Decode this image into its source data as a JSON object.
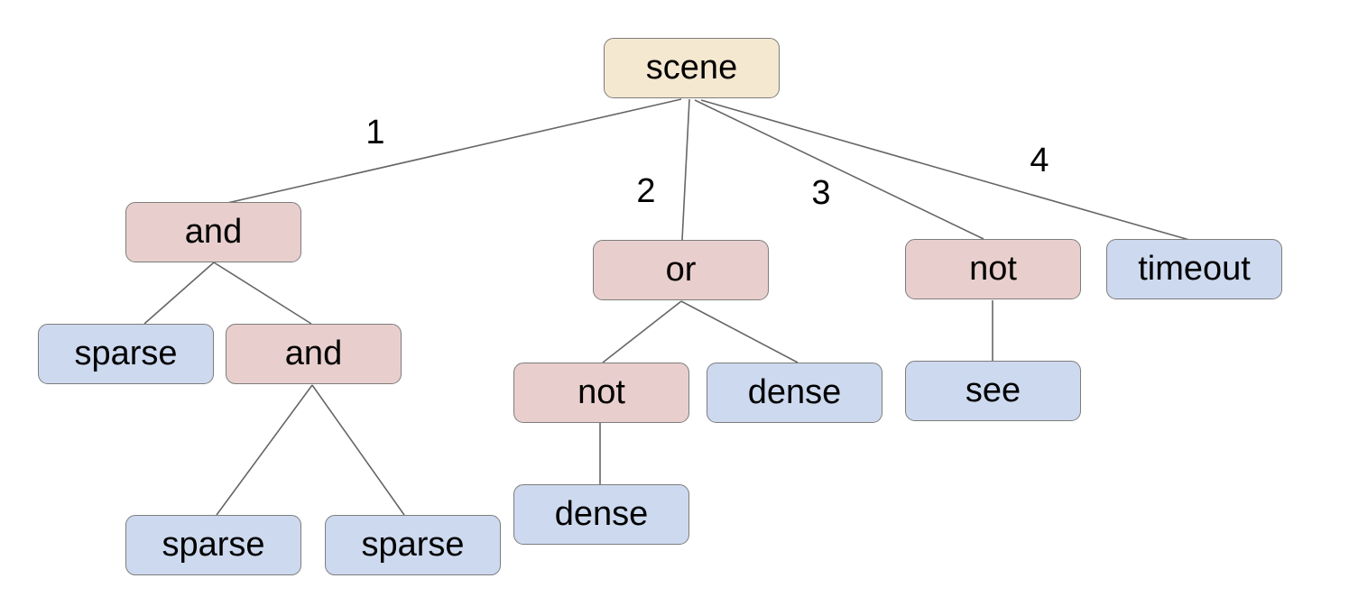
{
  "diagram": {
    "type": "tree",
    "description": "Expression/behavior tree rooted at 'scene' with four numbered branches",
    "colors": {
      "root_fill": "#f4e8d0",
      "operator_fill": "#e8cfcd",
      "leaf_fill": "#cdd9ee",
      "node_border": "#7d7d7d",
      "edge_color": "#666666",
      "text_color": "#000000",
      "background": "#ffffff"
    },
    "nodes": [
      {
        "id": "scene",
        "label": "scene",
        "kind": "root",
        "parent": null
      },
      {
        "id": "and-1",
        "label": "and",
        "kind": "operator",
        "parent": "scene",
        "branch": "1"
      },
      {
        "id": "or-1",
        "label": "or",
        "kind": "operator",
        "parent": "scene",
        "branch": "2"
      },
      {
        "id": "not-1",
        "label": "not",
        "kind": "operator",
        "parent": "scene",
        "branch": "3"
      },
      {
        "id": "timeout",
        "label": "timeout",
        "kind": "leaf",
        "parent": "scene",
        "branch": "4"
      },
      {
        "id": "sparse-1",
        "label": "sparse",
        "kind": "leaf",
        "parent": "and-1"
      },
      {
        "id": "and-2",
        "label": "and",
        "kind": "operator",
        "parent": "and-1"
      },
      {
        "id": "not-2",
        "label": "not",
        "kind": "operator",
        "parent": "or-1"
      },
      {
        "id": "dense-1",
        "label": "dense",
        "kind": "leaf",
        "parent": "or-1"
      },
      {
        "id": "see",
        "label": "see",
        "kind": "leaf",
        "parent": "not-1"
      },
      {
        "id": "sparse-2",
        "label": "sparse",
        "kind": "leaf",
        "parent": "and-2"
      },
      {
        "id": "sparse-3",
        "label": "sparse",
        "kind": "leaf",
        "parent": "and-2"
      },
      {
        "id": "dense-2",
        "label": "dense",
        "kind": "leaf",
        "parent": "not-2"
      }
    ],
    "edge_labels": [
      "1",
      "2",
      "3",
      "4"
    ]
  }
}
